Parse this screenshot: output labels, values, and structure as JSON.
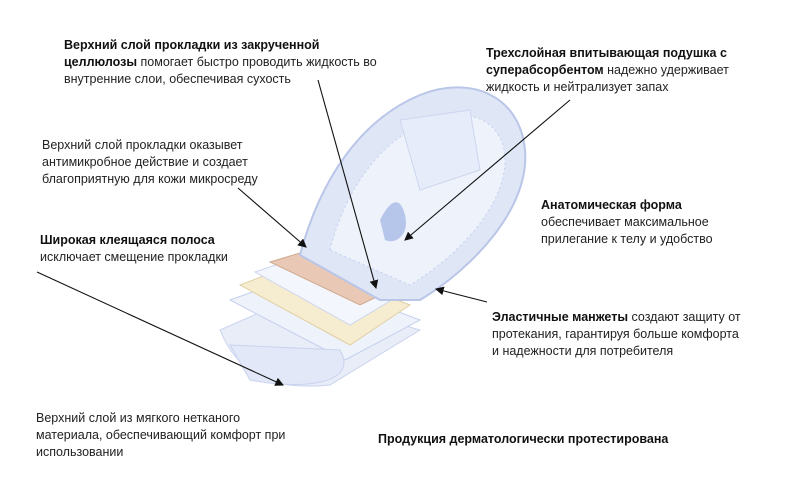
{
  "callouts": {
    "cellulose": {
      "bold": "Верхний слой прокладки из закрученной целлюлозы",
      "text": " помогает быстро проводить жидкость во внутренние слои, обеспечивая сухость"
    },
    "antimicrobial": {
      "text": "Верхний слой прокладки оказывет антимикробное действие и создает благоприятную для кожи микросреду"
    },
    "adhesive": {
      "bold": "Широкая клеящаяся полоса",
      "text": "исключает смещение прокладки"
    },
    "absorbent": {
      "bold": "Трехслойная впитывающая подушка с суперабсорбентом",
      "text": " надежно удерживает жидкость и нейтрализует запах"
    },
    "anatomic": {
      "bold": "Анатомическая форма",
      "text": "обеспечивает максимальное прилегание к телу и удобство"
    },
    "elastic": {
      "bold": "Эластичные манжеты",
      "text": " создают защиту от протекания, гарантируя больше комфорта и надежности для потребителя"
    },
    "nonwoven": {
      "text": "Верхний слой из мягкого нетканого материала, обеспечивающий комфорт при использовании"
    }
  },
  "footer": {
    "note": "Продукция дерматологически протестирована"
  },
  "colors": {
    "pad": "#dfe6f6",
    "pad_edge": "#b9c6e8",
    "accent": "#8fa3d8",
    "layer_peach": "#e9c9b5",
    "layer_cream": "#f6ecd0"
  }
}
